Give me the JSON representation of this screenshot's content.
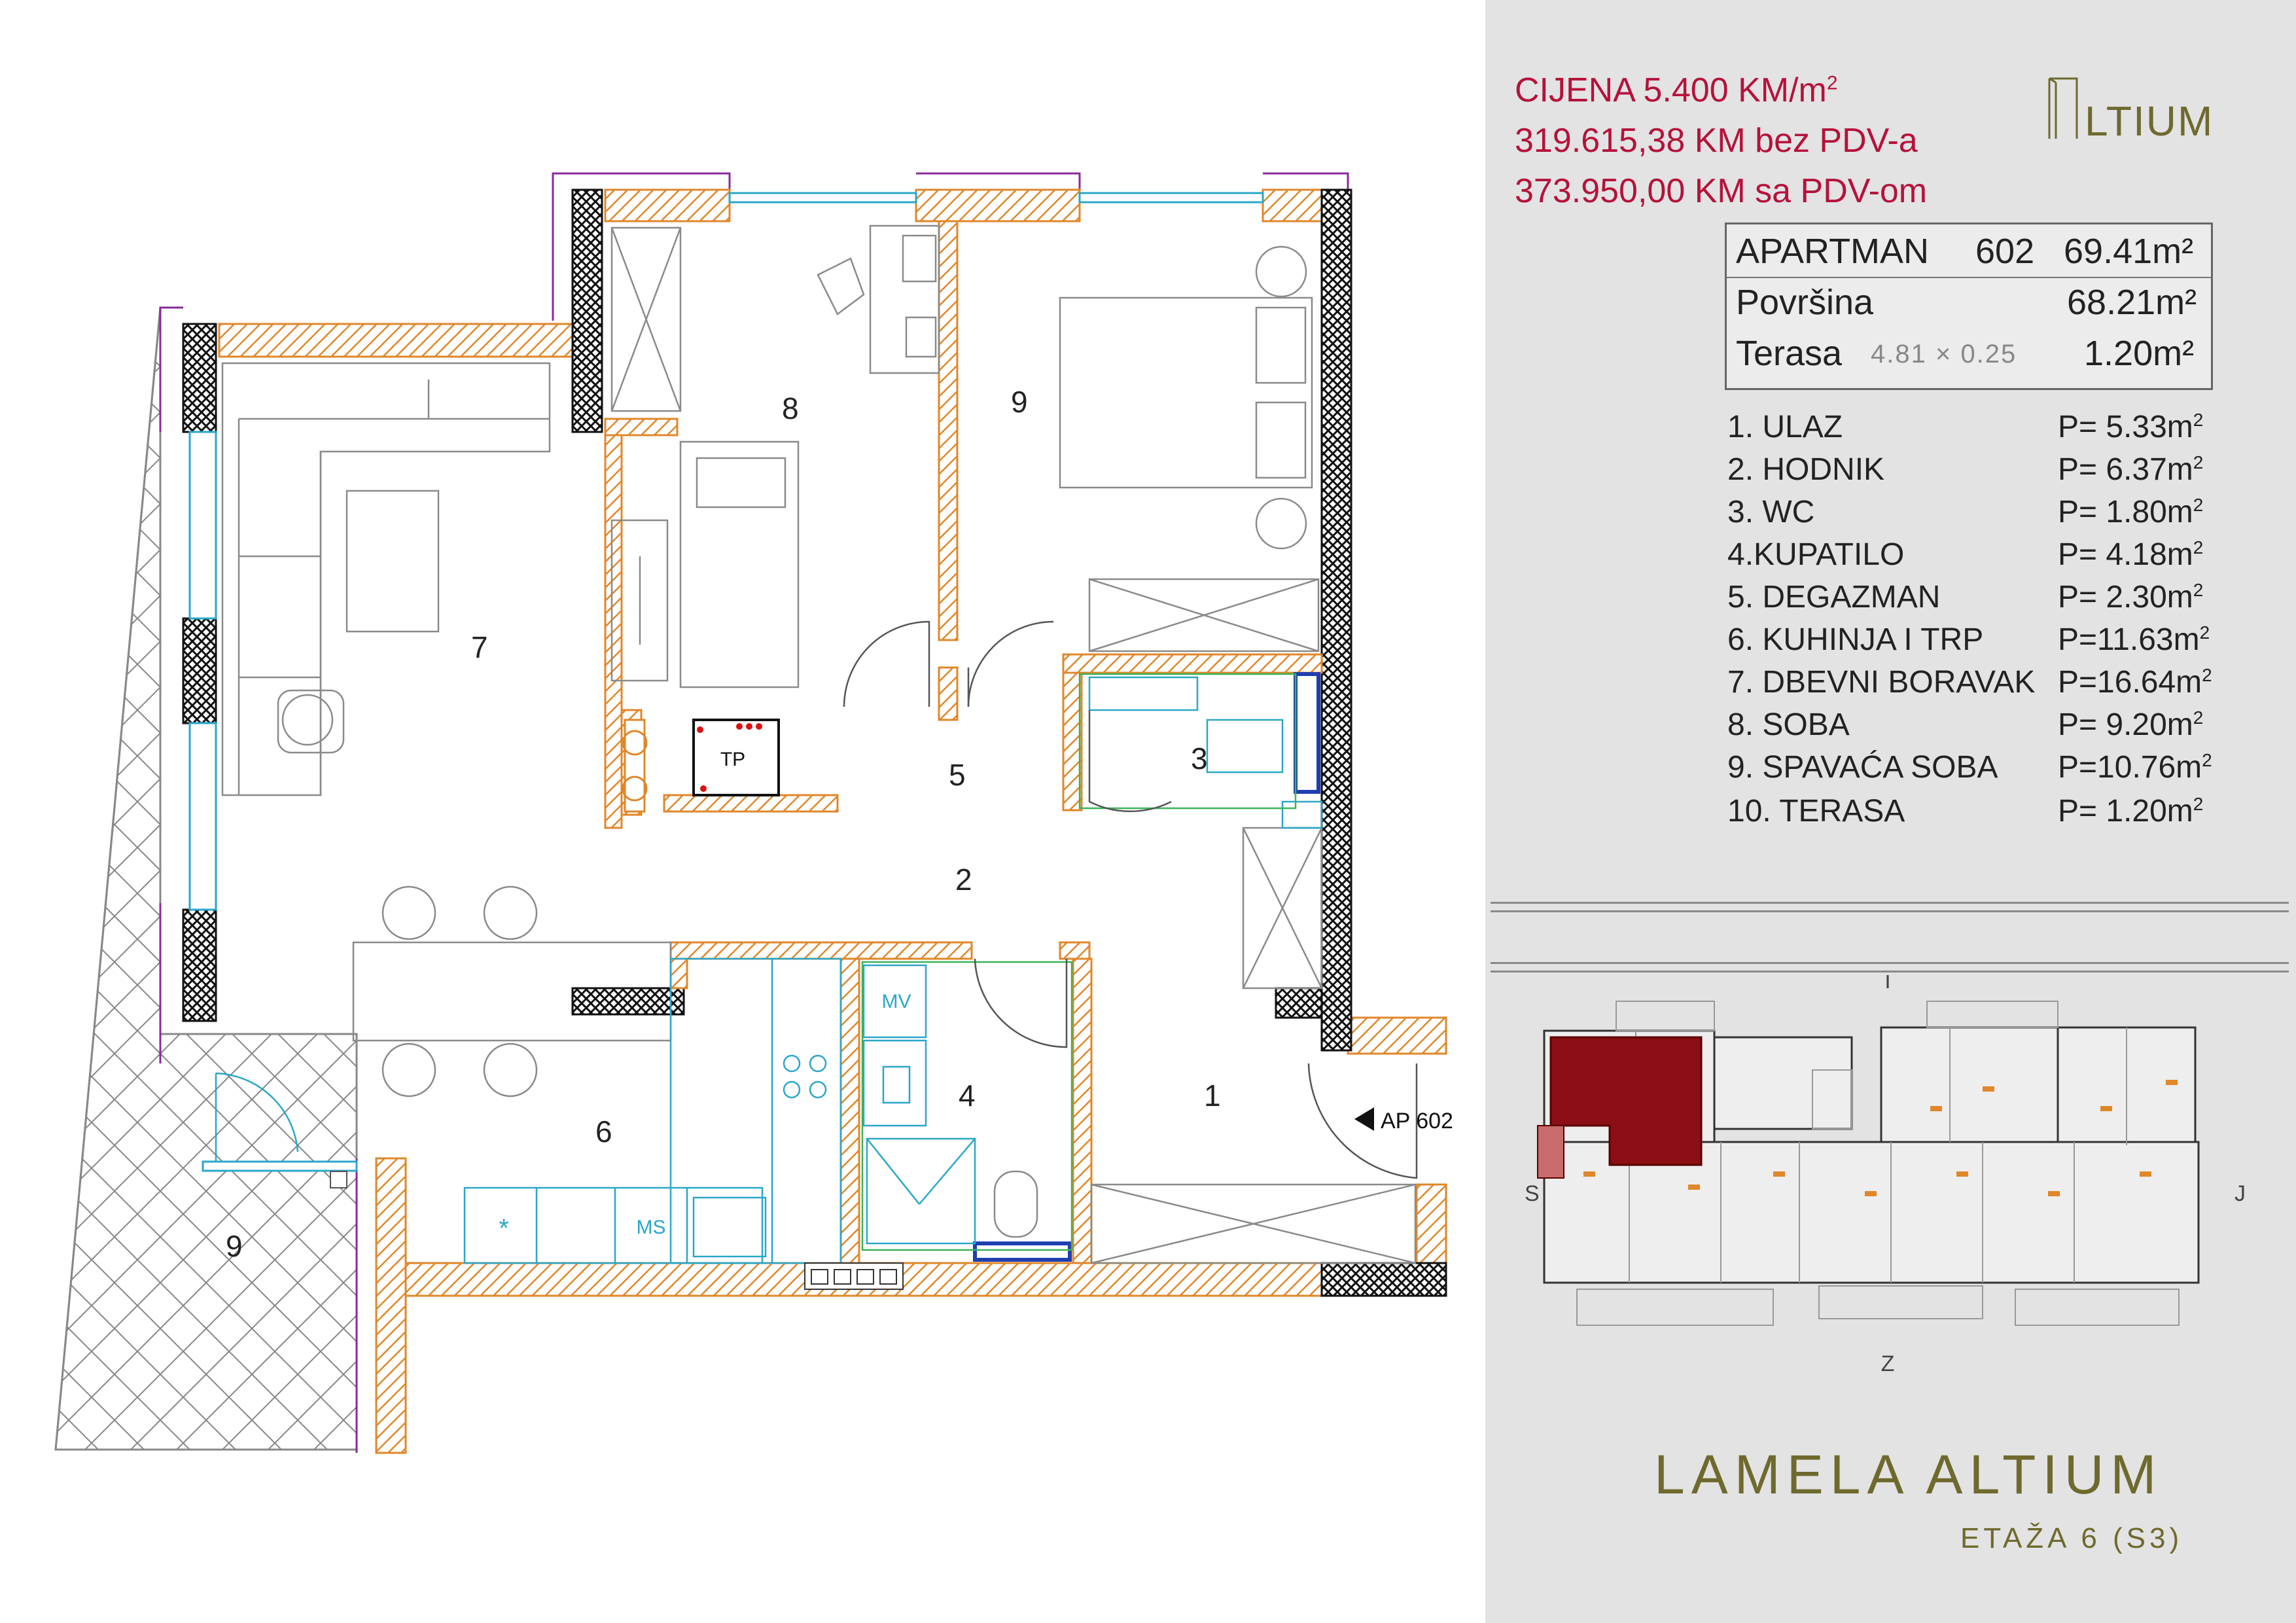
{
  "pricing": {
    "price_per_m2": "CIJENA 5.400 KM/m",
    "price_per_m2_sup": "2",
    "price_without_vat": "319.615,38 KM bez PDV-a",
    "price_with_vat": "373.950,00 KM sa PDV-om"
  },
  "logo": {
    "text": "LTIUM"
  },
  "apartment": {
    "label": "APARTMAN",
    "number": "602",
    "total_area": "69.41m²",
    "surface_label": "Površina",
    "surface_area": "68.21m²",
    "terrace_label": "Terasa",
    "terrace_dims": "4.81 × 0.25",
    "terrace_area": "1.20m²"
  },
  "rooms": [
    {
      "name": "1. ULAZ",
      "area": "P= 5.33m"
    },
    {
      "name": "2. HODNIK",
      "area": "P= 6.37m"
    },
    {
      "name": "3. WC",
      "area": "P= 1.80m"
    },
    {
      "name": "4.KUPATILO",
      "area": "P= 4.18m"
    },
    {
      "name": "5. DEGAZMAN",
      "area": "P= 2.30m"
    },
    {
      "name": "6. KUHINJA I TRP",
      "area": "P=11.63m"
    },
    {
      "name": "7. DBEVNI BORAVAK",
      "area": "P=16.64m"
    },
    {
      "name": "8. SOBA",
      "area": "P= 9.20m"
    },
    {
      "name": "9. SPAVAĆA SOBA",
      "area": "P=10.76m"
    },
    {
      "name": "10. TERASA",
      "area": "P= 1.20m"
    }
  ],
  "area_unit_sup": "2",
  "plan": {
    "room_numbers": [
      "1",
      "2",
      "3",
      "4",
      "5",
      "6",
      "7",
      "8",
      "9",
      "9"
    ],
    "labels": {
      "tp": "TP",
      "mv": "MV",
      "ms": "MS",
      "star": "*",
      "apartment_tag": "AP 602"
    }
  },
  "keyplan": {
    "compass": {
      "north": "I",
      "south": "S",
      "west": "Z",
      "east": "J"
    }
  },
  "title": "LAMELA ALTIUM",
  "floor": "ETAŽA 6 (S3)",
  "colors": {
    "price_red": "#b5123a",
    "olive": "#6e6a2e",
    "wall_orange": "#e0872a",
    "window_blue": "#2aa7c9",
    "frame_purple": "#8a2a9a",
    "highlight_red": "#8b0f14"
  }
}
